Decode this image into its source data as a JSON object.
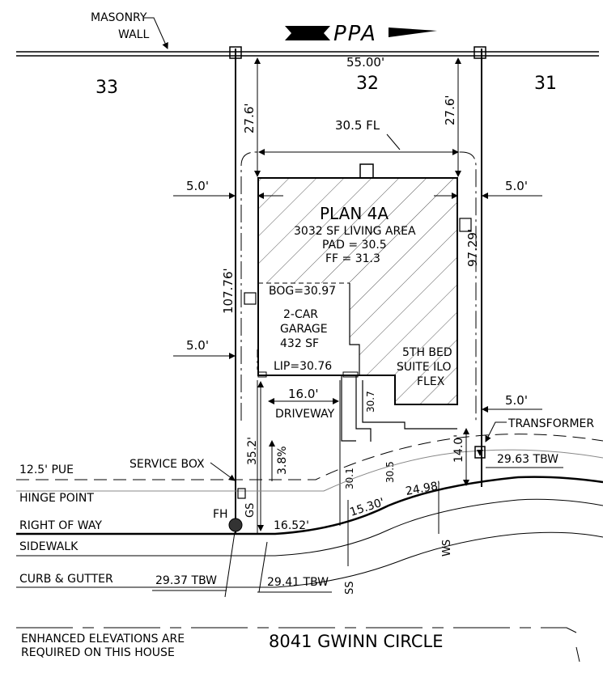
{
  "title": "8041 GWINN CIRCLE",
  "note_line1": "ENHANCED ELEVATIONS ARE",
  "note_line2": "REQUIRED ON THIS HOUSE",
  "north_label": "PPA",
  "lots": {
    "left": "33",
    "center": "32",
    "right": "31"
  },
  "labels": {
    "masonry_wall_1": "MASONRY",
    "masonry_wall_2": "WALL",
    "plan": "PLAN 4A",
    "living_area": "3032 SF LIVING AREA",
    "pad": "PAD = 30.5",
    "ff": "FF = 31.3",
    "bog": "BOG=30.97",
    "garage_1": "2-CAR",
    "garage_2": "GARAGE",
    "garage_3": "432 SF",
    "lip": "LIP=30.76",
    "bed_1": "5TH BED",
    "bed_2": "SUITE ILO",
    "bed_3": "FLEX",
    "driveway": "DRIVEWAY",
    "pue": "12.5' PUE",
    "hinge_point": "HINGE POINT",
    "right_of_way": "RIGHT OF WAY",
    "sidewalk": "SIDEWALK",
    "curb_gutter": "CURB & GUTTER",
    "service_box": "SERVICE BOX",
    "transformer": "TRANSFORMER",
    "fh": "FH",
    "gs": "GS",
    "ss": "SS",
    "ws": "WS"
  },
  "dims": {
    "front_width": "55.00'",
    "rear_setback_left": "27.6'",
    "rear_setback_right": "27.6'",
    "house_width": "30.5 FL",
    "side_left_top": "5.0'",
    "side_right_top": "5.0'",
    "side_left_bottom": "5.0'",
    "side_right_bottom": "5.0'",
    "depth_left": "107.76'",
    "depth_right": "97.29'",
    "driveway_width": "16.0'",
    "front_setback": "35.2'",
    "slope": "3.8%",
    "grade_307": "30.7",
    "grade_301": "30.1",
    "grade_305": "30.5",
    "right_front": "14.0'",
    "frontage_1": "16.52'",
    "frontage_2": "15.30'",
    "frontage_3": "24.98'",
    "tbw_right": "29.63 TBW",
    "tbw_left": "29.37 TBW",
    "tbw_mid": "29.41 TBW"
  }
}
